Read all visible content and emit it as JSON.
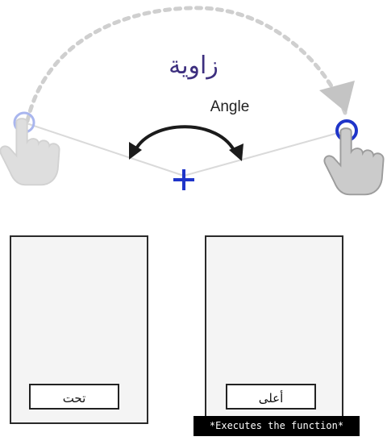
{
  "diagram": {
    "title": "زاوية",
    "angle_label": "Angle"
  },
  "panels": {
    "down_label": "تحت",
    "up_label": "أعلى"
  },
  "note": "*Executes the function*",
  "colors": {
    "title": "#3d2f7f",
    "touch_ring_faded": "#a9b6ee",
    "touch_ring_active": "#1f35c9",
    "plus": "#1f35c9",
    "button_pressed": "#d0302a",
    "arrow_red": "#d0302a",
    "guide_line": "#d9d9d9",
    "dashed_arc": "#cfcfcf"
  },
  "icons": [
    "hand-pointer-icon",
    "plus-icon",
    "arrow-down-icon",
    "arrow-up-icon"
  ]
}
